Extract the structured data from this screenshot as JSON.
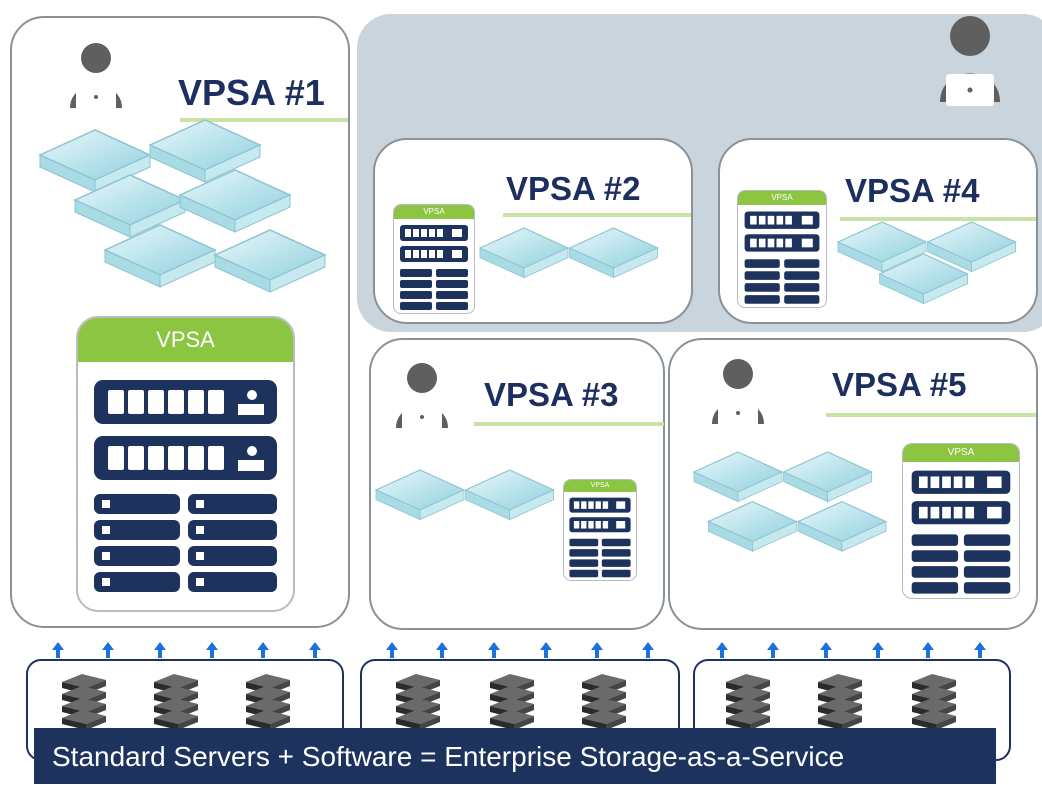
{
  "panels": {
    "vpsa1": {
      "title": "VPSA #1",
      "card_label": "VPSA"
    },
    "vpsa2": {
      "title": "VPSA #2",
      "card_label": "VPSA"
    },
    "vpsa3": {
      "title": "VPSA #3",
      "card_label": "VPSA"
    },
    "vpsa4": {
      "title": "VPSA #4",
      "card_label": "VPSA"
    },
    "vpsa5": {
      "title": "VPSA #5",
      "card_label": "VPSA"
    }
  },
  "footer": {
    "caption": "Standard Servers + Software = Enterprise Storage-as-a-Service"
  },
  "colors": {
    "navy": "#1d335e",
    "title_navy": "#1d2f5e",
    "green": "#8cc542",
    "underline_green": "#c8e3a4",
    "shared_bg": "#c9d4dc",
    "arrow_blue": "#1e6fe0",
    "user_gray": "#5f5f5f"
  },
  "icons": [
    "user-laptop-icon",
    "storage-tile-icon",
    "vpsa-controller-icon",
    "server-stack-icon",
    "up-arrow-icon"
  ]
}
